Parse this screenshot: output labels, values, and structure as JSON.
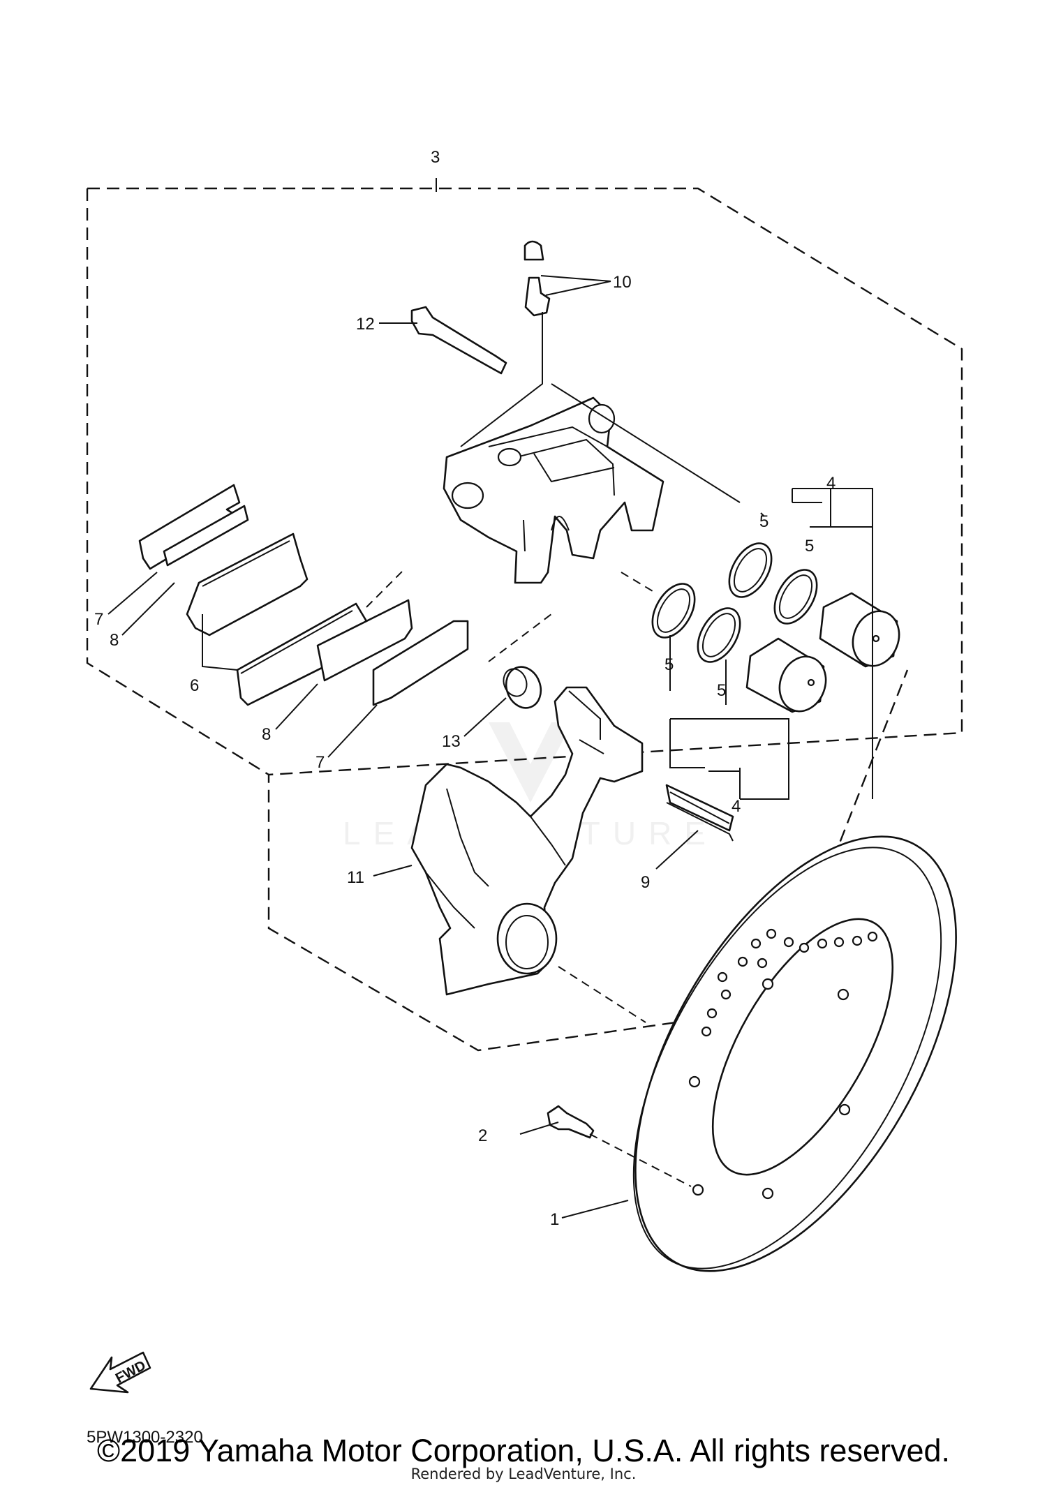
{
  "diagram": {
    "code": "5PW1300-2320",
    "fwd_label": "FWD",
    "watermark": "LEADVENTURE",
    "callouts": [
      {
        "id": "c1",
        "text": "1"
      },
      {
        "id": "c2",
        "text": "2"
      },
      {
        "id": "c3",
        "text": "3"
      },
      {
        "id": "c4a",
        "text": "4"
      },
      {
        "id": "c4b",
        "text": "4"
      },
      {
        "id": "c5a",
        "text": "5"
      },
      {
        "id": "c5b",
        "text": "5"
      },
      {
        "id": "c5c",
        "text": "5"
      },
      {
        "id": "c5d",
        "text": "5"
      },
      {
        "id": "c6",
        "text": "6"
      },
      {
        "id": "c7a",
        "text": "7"
      },
      {
        "id": "c7b",
        "text": "7"
      },
      {
        "id": "c8a",
        "text": "8"
      },
      {
        "id": "c8b",
        "text": "8"
      },
      {
        "id": "c9",
        "text": "9"
      },
      {
        "id": "c10",
        "text": "10"
      },
      {
        "id": "c11",
        "text": "11"
      },
      {
        "id": "c12",
        "text": "12"
      },
      {
        "id": "c13",
        "text": "13"
      }
    ]
  },
  "footer": {
    "copyright": "©2019 Yamaha Motor Corporation, U.S.A. All rights reserved.",
    "rendered_by": "Rendered by LeadVenture, Inc."
  }
}
